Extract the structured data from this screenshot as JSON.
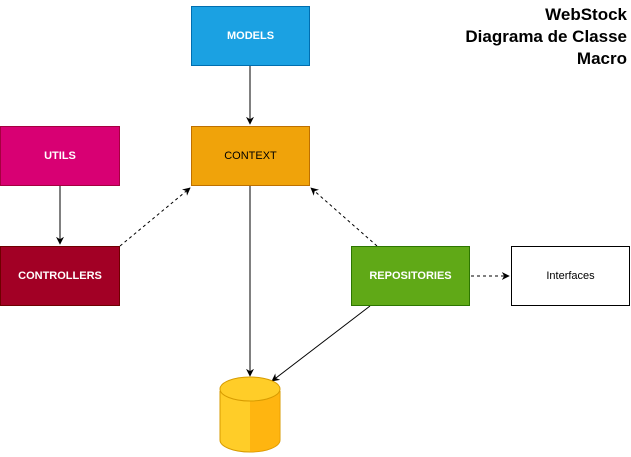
{
  "title": {
    "line1": "WebStock",
    "line2": "Diagrama de Classe",
    "line3": "Macro"
  },
  "nodes": {
    "models": "MODELS",
    "context": "CONTEXT",
    "utils": "UTILS",
    "controllers": "CONTROLLERS",
    "repositories": "REPOSITORIES",
    "interfaces": "Interfaces"
  },
  "colors": {
    "models": "#1ba1e2",
    "context": "#f0a30a",
    "utils": "#d80073",
    "controllers": "#a20025",
    "repositories": "#60a917",
    "database": "#ffcd28"
  }
}
